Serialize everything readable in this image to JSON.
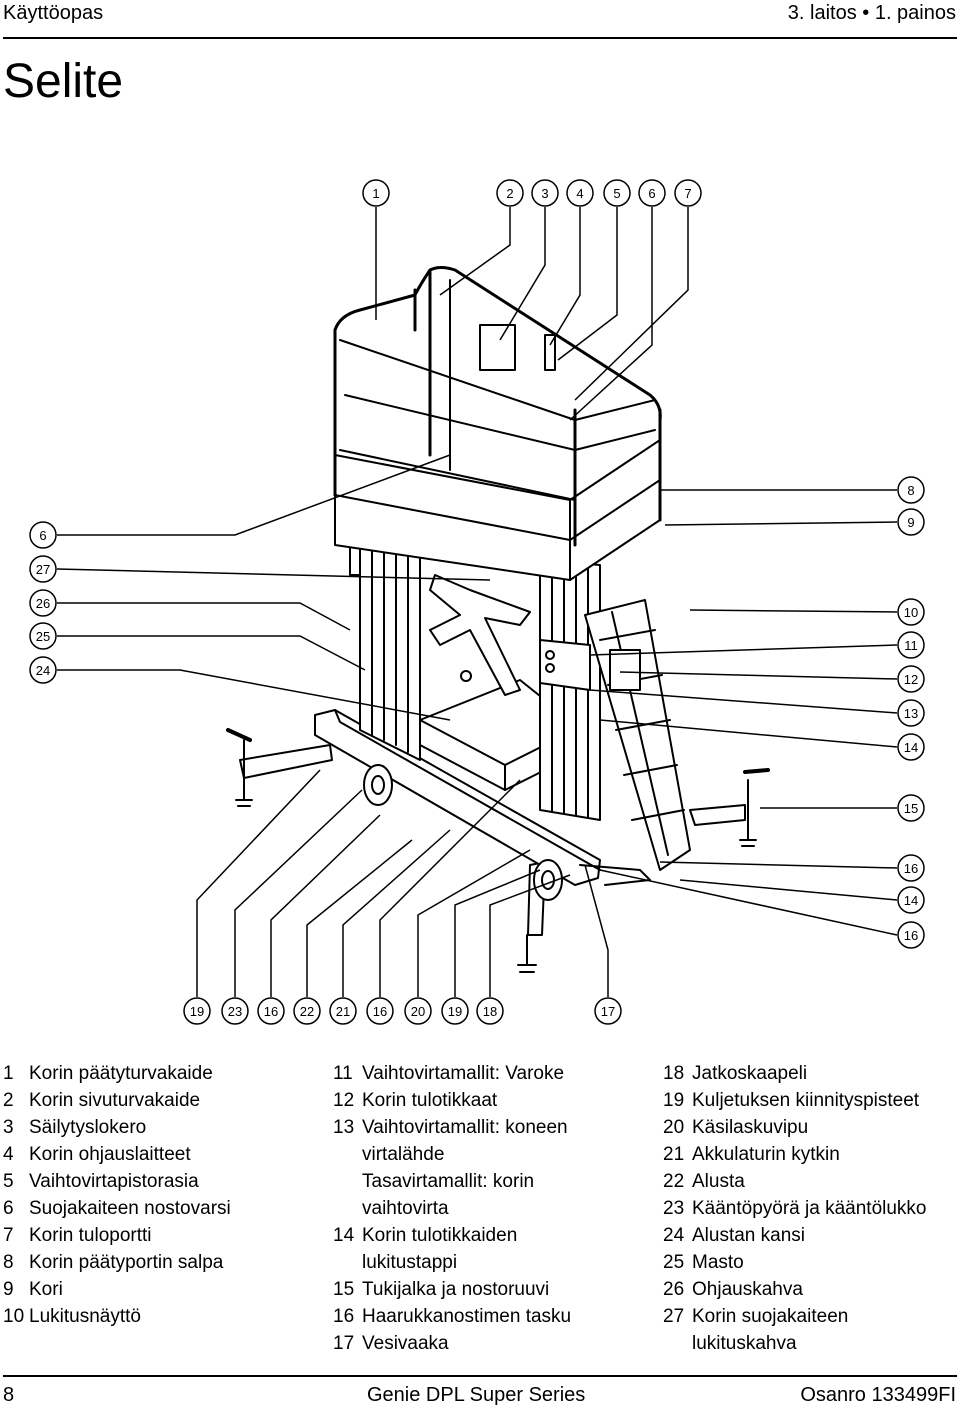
{
  "header": {
    "left": "Käyttöopas",
    "right": "3. laitos • 1. painos"
  },
  "title": "Selite",
  "figure": {
    "top_callouts": [
      "1",
      "2",
      "3",
      "4",
      "5",
      "6",
      "7"
    ],
    "left_callouts": [
      "6",
      "27",
      "26",
      "25",
      "24"
    ],
    "right_callouts": [
      "8",
      "9",
      "10",
      "11",
      "12",
      "13",
      "14",
      "15",
      "16",
      "14",
      "16"
    ],
    "bottom_callouts": [
      "19",
      "23",
      "16",
      "22",
      "21",
      "16",
      "20",
      "19",
      "18",
      "17"
    ]
  },
  "legend": {
    "col1": [
      {
        "num": "1",
        "lines": [
          "Korin päätyturvakaide"
        ]
      },
      {
        "num": "2",
        "lines": [
          "Korin sivuturvakaide"
        ]
      },
      {
        "num": "3",
        "lines": [
          "Säilytyslokero"
        ]
      },
      {
        "num": "4",
        "lines": [
          "Korin ohjauslaitteet"
        ]
      },
      {
        "num": "5",
        "lines": [
          "Vaihtovirtapistorasia"
        ]
      },
      {
        "num": "6",
        "lines": [
          "Suojakaiteen nostovarsi"
        ]
      },
      {
        "num": "7",
        "lines": [
          "Korin tuloportti"
        ]
      },
      {
        "num": "8",
        "lines": [
          "Korin päätyportin salpa"
        ]
      },
      {
        "num": "9",
        "lines": [
          "Kori"
        ]
      },
      {
        "num": "10",
        "lines": [
          "Lukitusnäyttö"
        ]
      }
    ],
    "col2": [
      {
        "num": "11",
        "lines": [
          "Vaihtovirtamallit: Varoke"
        ]
      },
      {
        "num": "12",
        "lines": [
          "Korin tulotikkaat"
        ]
      },
      {
        "num": "13",
        "lines": [
          "Vaihtovirtamallit: koneen",
          "virtalähde",
          "Tasavirtamallit: korin",
          "vaihtovirta"
        ]
      },
      {
        "num": "14",
        "lines": [
          "Korin tulotikkaiden",
          "lukitustappi"
        ]
      },
      {
        "num": "15",
        "lines": [
          "Tukijalka ja nostoruuvi"
        ]
      },
      {
        "num": "16",
        "lines": [
          "Haarukkanostimen tasku"
        ]
      },
      {
        "num": "17",
        "lines": [
          "Vesivaaka"
        ]
      }
    ],
    "col3": [
      {
        "num": "18",
        "lines": [
          "Jatkoskaapeli"
        ]
      },
      {
        "num": "19",
        "lines": [
          "Kuljetuksen kiinnityspisteet"
        ]
      },
      {
        "num": "20",
        "lines": [
          "Käsilaskuvipu"
        ]
      },
      {
        "num": "21",
        "lines": [
          "Akkulaturin kytkin"
        ]
      },
      {
        "num": "22",
        "lines": [
          "Alusta"
        ]
      },
      {
        "num": "23",
        "lines": [
          "Kääntöpyörä ja kääntölukko"
        ]
      },
      {
        "num": "24",
        "lines": [
          "Alustan kansi"
        ]
      },
      {
        "num": "25",
        "lines": [
          "Masto"
        ]
      },
      {
        "num": "26",
        "lines": [
          "Ohjauskahva"
        ]
      },
      {
        "num": "27",
        "lines": [
          "Korin suojakaiteen",
          "lukituskahva"
        ]
      }
    ]
  },
  "footer": {
    "page": "8",
    "product": "Genie DPL Super Series",
    "part": "Osanro 133499FI"
  }
}
